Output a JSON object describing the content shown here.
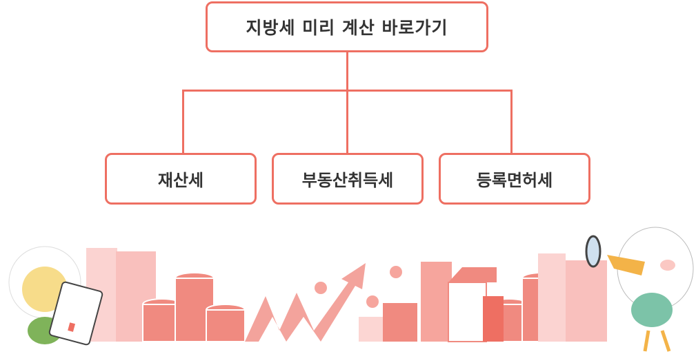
{
  "title": "지방세 미리 계산 바로가기",
  "items": [
    {
      "label": "재산세"
    },
    {
      "label": "부동산취득세"
    },
    {
      "label": "등록면허세"
    }
  ],
  "colors": {
    "accent": "#ee6f62",
    "text": "#333333"
  }
}
